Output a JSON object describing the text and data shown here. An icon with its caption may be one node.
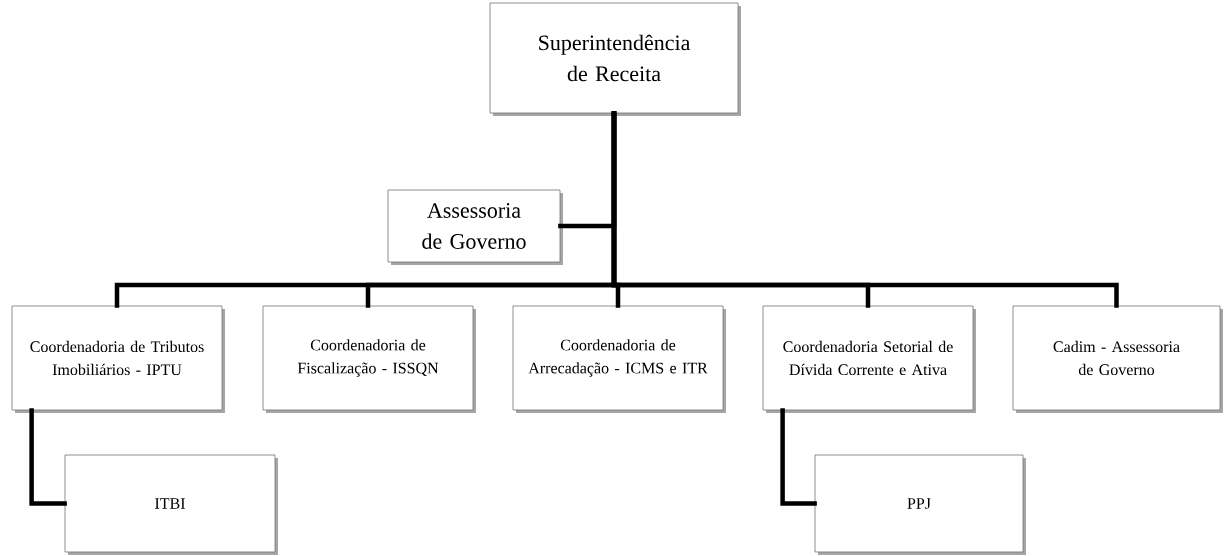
{
  "diagram": {
    "nodes": [
      {
        "text": [
          "Superintendência de Receita"
        ]
      },
      {
        "text": [
          "Assessoria de Governo"
        ]
      },
      {
        "text": [
          "Coordenadoria de Tributos Imobiliários - IPTU"
        ]
      },
      {
        "text": [
          "Coordenadoria de Fiscalização - ISSQN"
        ]
      },
      {
        "text": [
          "Coordenadoria de Arrecadação - ICMS e ITR"
        ]
      },
      {
        "text": [
          "Coordenadoria Setorial de Dívida Corrente e Ativa"
        ]
      },
      {
        "text": [
          "Cadim - Assessoria de Governo"
        ]
      },
      {
        "text": [
          "ITBI"
        ]
      },
      {
        "text": [
          "PPJ"
        ]
      }
    ],
    "edges": [
      {
        "from": 0,
        "to": 1,
        "arrow": "none"
      },
      {
        "from": 0,
        "to": 2,
        "arrow": "none"
      },
      {
        "from": 0,
        "to": 3,
        "arrow": "none"
      },
      {
        "from": 0,
        "to": 4,
        "arrow": "none"
      },
      {
        "from": 0,
        "to": 5,
        "arrow": "none"
      },
      {
        "from": 0,
        "to": 6,
        "arrow": "none"
      },
      {
        "from": 2,
        "to": 7,
        "arrow": "none"
      },
      {
        "from": 5,
        "to": 8,
        "arrow": "none"
      }
    ]
  }
}
